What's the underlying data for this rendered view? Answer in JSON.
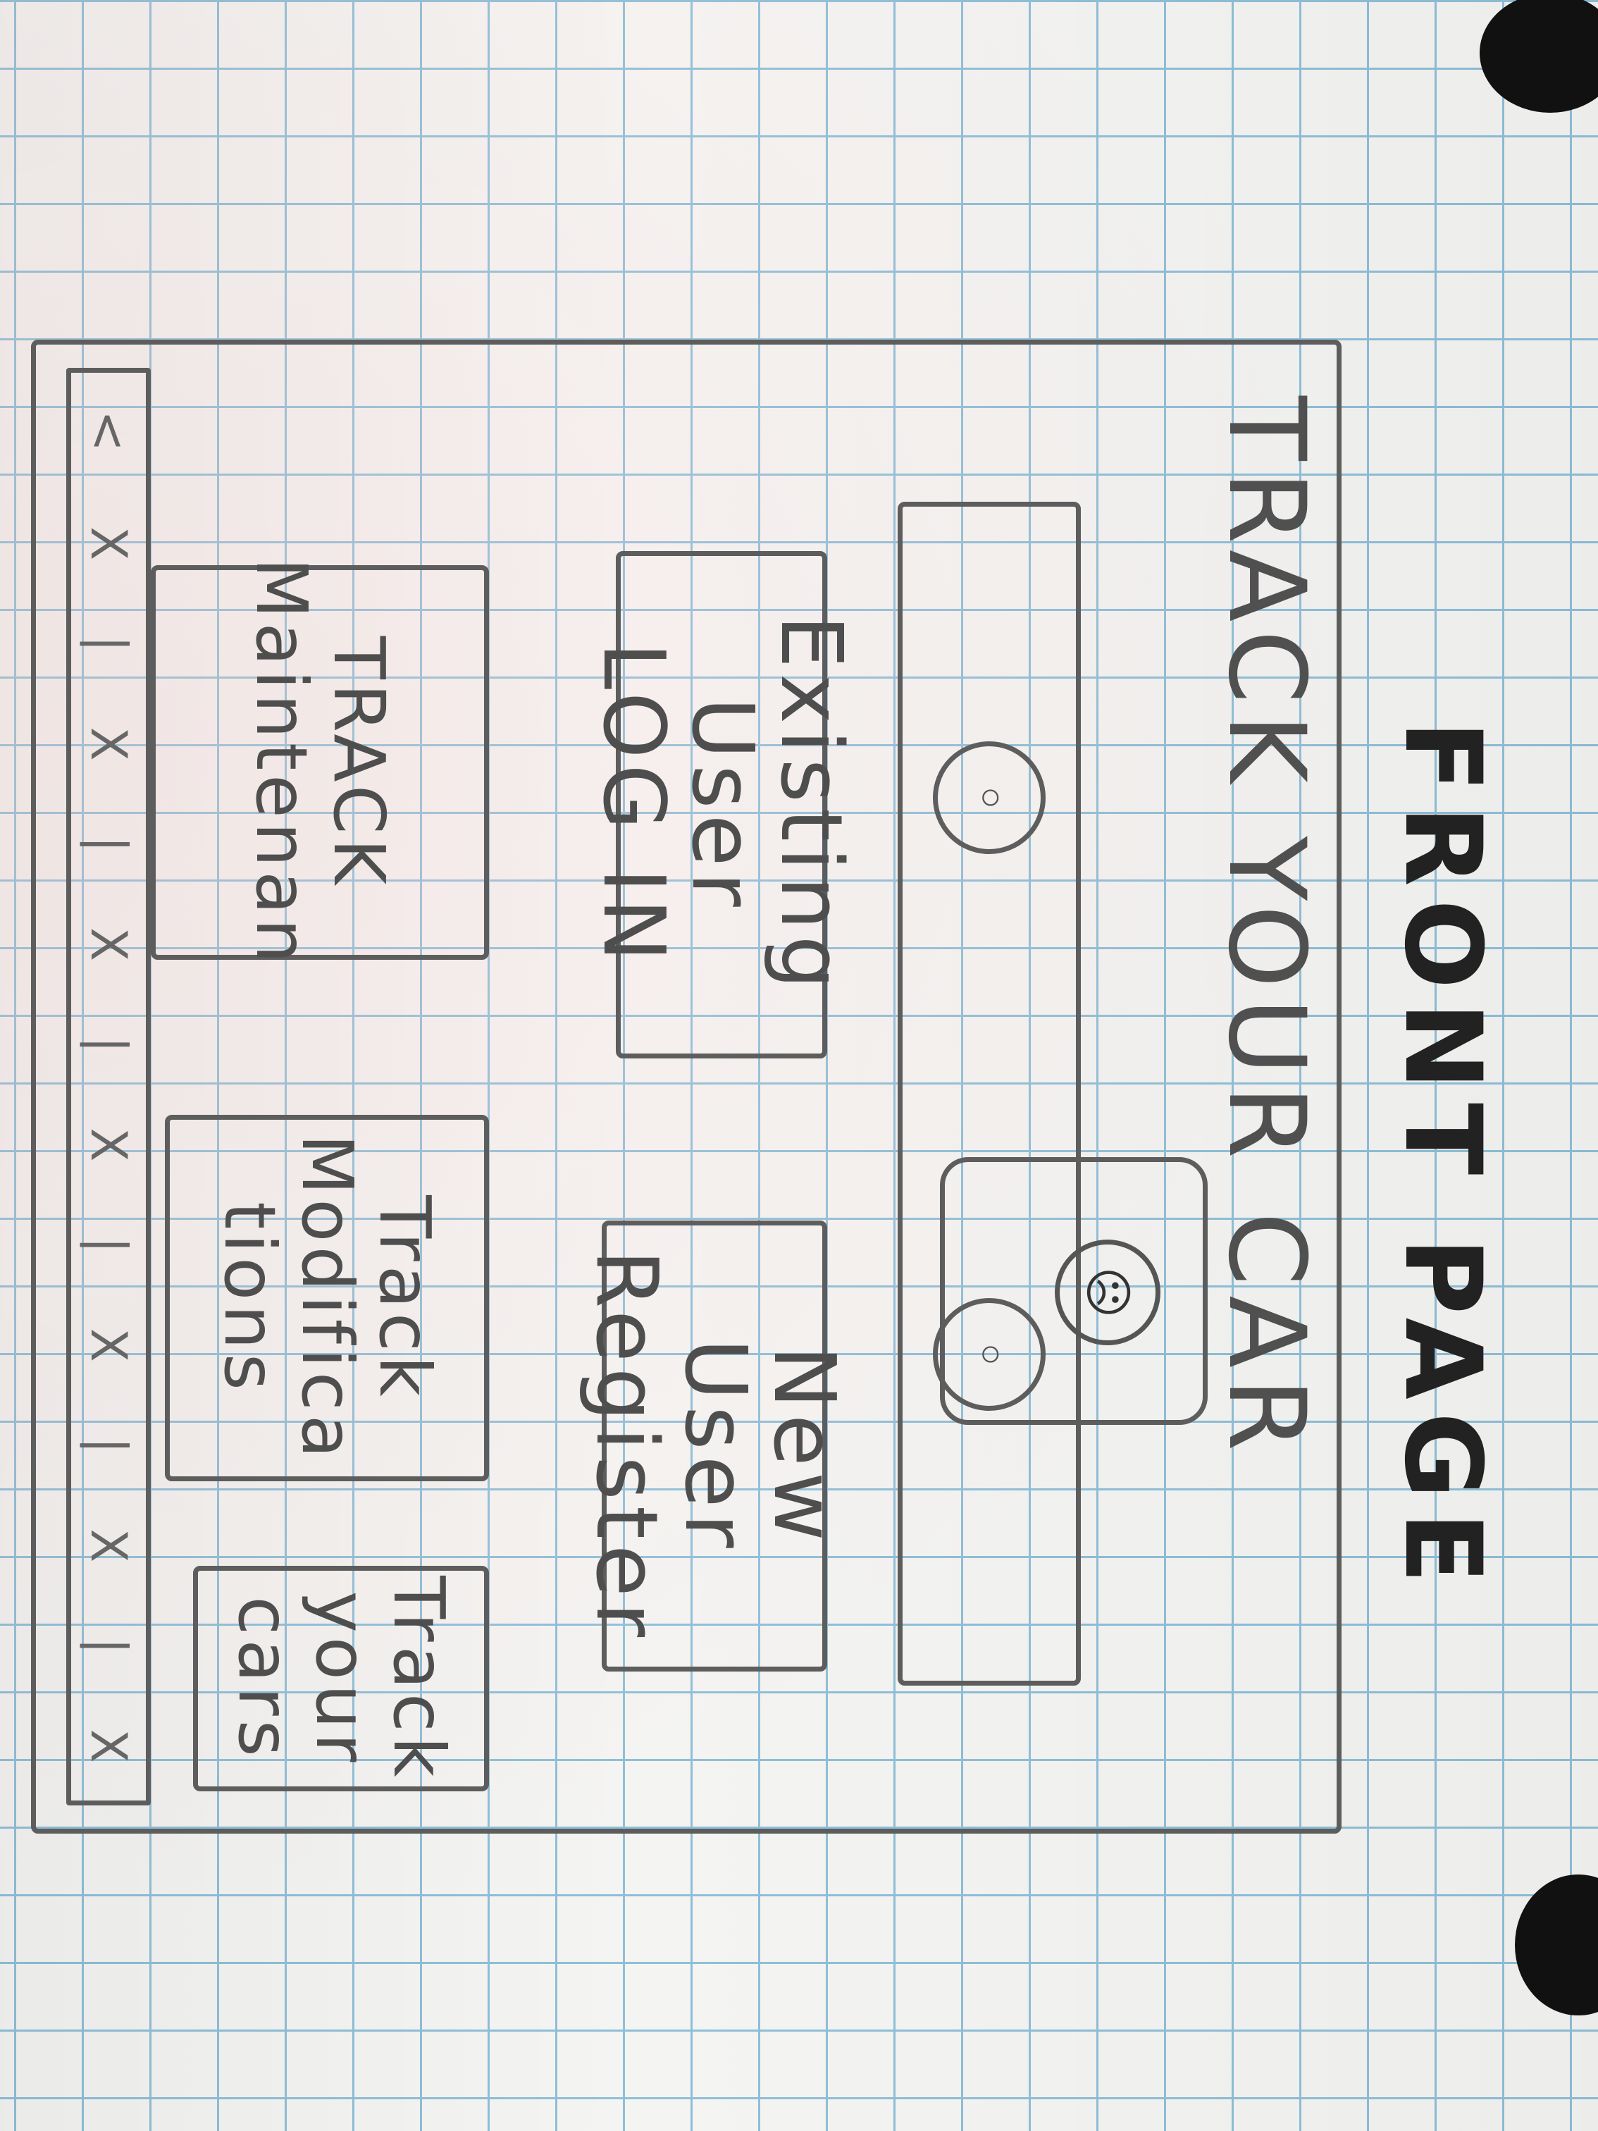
{
  "sketch": {
    "heading": "FRONT PAGE",
    "app_title": "TRACK YOUR CAR",
    "hero_badge_icon": "face-icon",
    "hero_badge_glyph": "☹",
    "carousel_left_glyph": "◦",
    "carousel_right_glyph": "◦",
    "buttons": {
      "login": [
        "Existing User",
        "LOG IN"
      ],
      "register": [
        "New User",
        "Register"
      ]
    },
    "tiles": {
      "maintenance": [
        "TRACK",
        "Maintenan"
      ],
      "modifications": [
        "Track",
        "Modifica",
        "tions"
      ],
      "cars": [
        "Track",
        "your",
        "cars"
      ]
    },
    "footer_marks": [
      "<",
      "X",
      "|",
      "X",
      "|",
      "X",
      "|",
      "X",
      "|",
      "X",
      "|",
      "X",
      "|",
      "X"
    ]
  }
}
